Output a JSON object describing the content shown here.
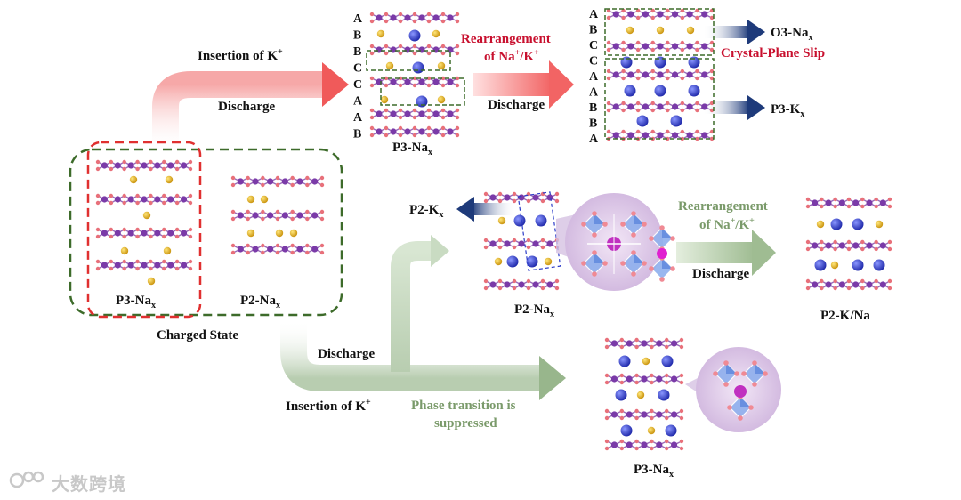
{
  "colors": {
    "red_dash": "#e03030",
    "green_dash": "#3d6b2a",
    "red_text": "#c8102e",
    "green_text": "#7a9a6a",
    "atom_purple": "#7a3aa8",
    "atom_o": "#e8707a",
    "na_yellow": "#e0b020",
    "k_blue": "#2c3cc8",
    "navy_arrow": "#1e3a7a"
  },
  "charged": {
    "p3_label": "P3-Na",
    "p3_sub": "x",
    "p2_label": "P2-Na",
    "p2_sub": "x",
    "state_label": "Charged State"
  },
  "upper": {
    "insertion_label": "Insertion of K",
    "insertion_sup": "+",
    "discharge_label": "Discharge",
    "stack_letters": [
      "A",
      "B",
      "B",
      "C",
      "C",
      "A",
      "A",
      "B"
    ],
    "p3_label": "P3-Na",
    "p3_sub": "x",
    "rearr_line1": "Rearrangement",
    "rearr_line2a": "of Na",
    "rearr_line2b": "/K",
    "discharge2_label": "Discharge",
    "right_letters": [
      "A",
      "B",
      "C",
      "C",
      "A",
      "A",
      "B",
      "B",
      "A"
    ],
    "o3_label": "O3-Na",
    "o3_sub": "x",
    "slip_label": "Crystal-Plane Slip",
    "p3k_label": "P3-K",
    "p3k_sub": "x"
  },
  "middle": {
    "p2k_label": "P2-K",
    "p2k_sub": "x",
    "p2na_label": "P2-Na",
    "p2na_sub": "x",
    "rearr_line1": "Rearrangement",
    "rearr_line2a": "of Na",
    "rearr_line2b": "/K",
    "discharge_label": "Discharge",
    "final_label": "P2-K/Na"
  },
  "lower": {
    "discharge_label": "Discharge",
    "insertion_label": "Insertion of K",
    "insertion_sup": "+",
    "suppressed_line1": "Phase transition is",
    "suppressed_line2": "suppressed",
    "p3_label": "P3-Na",
    "p3_sub": "x"
  },
  "watermark": {
    "text": "大数跨境"
  }
}
